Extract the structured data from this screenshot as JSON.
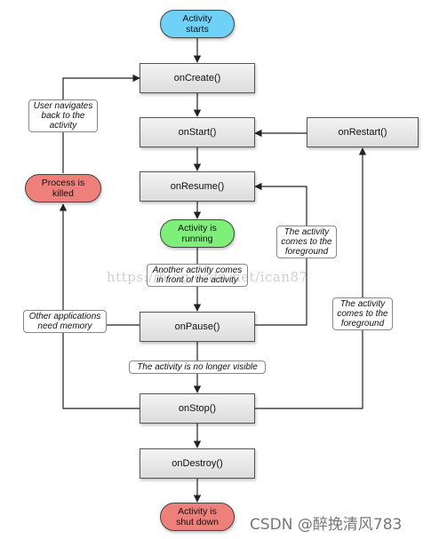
{
  "nodes": {
    "start": "Activity\nstarts",
    "on_create": "onCreate()",
    "on_start": "onStart()",
    "on_restart": "onRestart()",
    "on_resume": "onResume()",
    "running": "Activity is\nrunning",
    "on_pause": "onPause()",
    "on_stop": "onStop()",
    "on_destroy": "onDestroy()",
    "killed": "Process is\nkilled",
    "shut_down": "Activity is\nshut down"
  },
  "edge_labels": {
    "user_navigates": "User navigates\nback to the\nactivity",
    "another_activity": "Another activity comes\nin front of the activity",
    "other_apps": "Other applications\nneed memory",
    "no_longer_visible": "The activity is no longer visible",
    "foreground_1": "The activity\ncomes to the\nforeground",
    "foreground_2": "The activity\ncomes to the\nforeground"
  },
  "colors": {
    "start_pill": "#6fd1f5",
    "running_pill": "#7ef07a",
    "killed_pill": "#ef7f7a",
    "shutdown_pill": "#ef7f7a",
    "wire": "#222222"
  },
  "watermark": "https://blog.csdn.net/ican87",
  "credit": "CSDN @醉挽清风783"
}
